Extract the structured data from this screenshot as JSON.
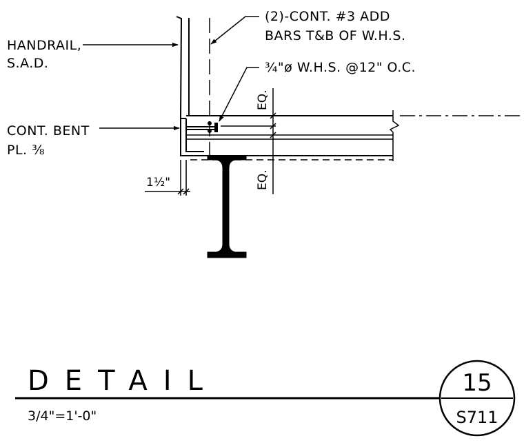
{
  "labels": {
    "handrail_line1": "HANDRAIL,",
    "handrail_line2": "S.A.D.",
    "bent_plate_line1": "CONT. BENT",
    "bent_plate_line2": "PL. ⅜",
    "bars_line1": "(2)-CONT. #3 ADD",
    "bars_line2": "BARS T&B OF W.H.S.",
    "studs": "¾\"ø W.H.S. @12\" O.C.",
    "eq_upper": "EQ.",
    "eq_lower": "EQ.",
    "dim_offset": "1½\""
  },
  "title_block": {
    "title": "DETAIL",
    "scale": "3/4\"=1'-0\"",
    "detail_number": "15",
    "sheet_number": "S711"
  }
}
